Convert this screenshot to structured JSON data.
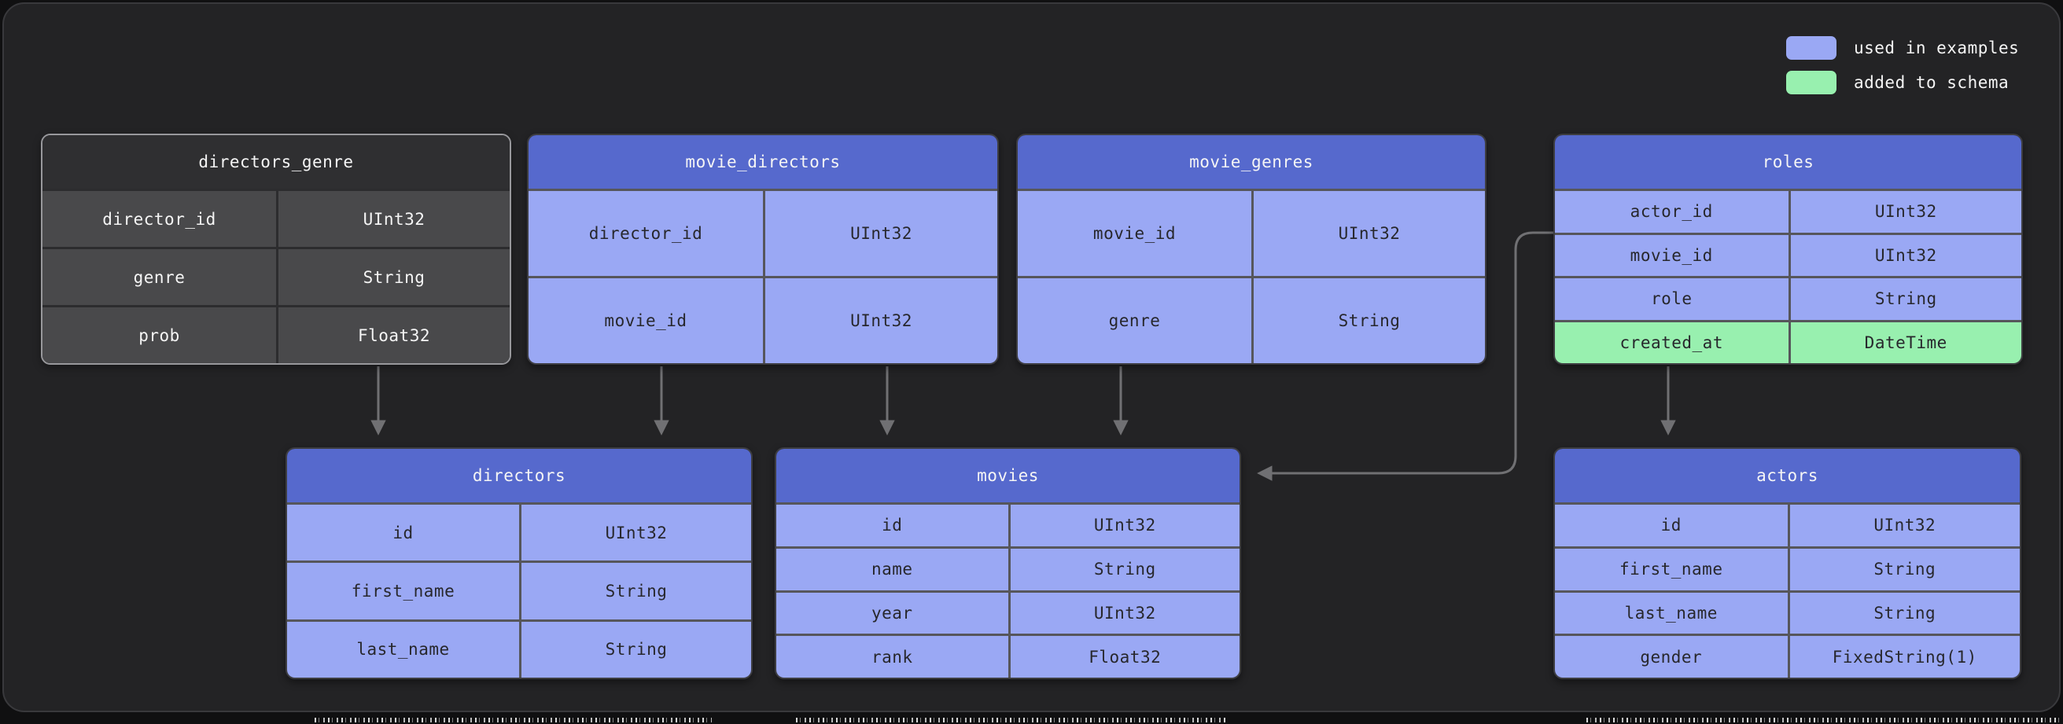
{
  "legend": {
    "items": [
      {
        "label": "used in examples",
        "color": "#9aa8f4"
      },
      {
        "label": "added to schema",
        "color": "#98f0af"
      }
    ]
  },
  "tables": {
    "directors_genre": {
      "title": "directors_genre",
      "variant": "plain",
      "rows": [
        {
          "field": "director_id",
          "type": "UInt32"
        },
        {
          "field": "genre",
          "type": "String"
        },
        {
          "field": "prob",
          "type": "Float32"
        }
      ]
    },
    "movie_directors": {
      "title": "movie_directors",
      "variant": "used_in_examples",
      "rows": [
        {
          "field": "director_id",
          "type": "UInt32"
        },
        {
          "field": "movie_id",
          "type": "UInt32"
        }
      ]
    },
    "movie_genres": {
      "title": "movie_genres",
      "variant": "used_in_examples",
      "rows": [
        {
          "field": "movie_id",
          "type": "UInt32"
        },
        {
          "field": "genre",
          "type": "String"
        }
      ]
    },
    "roles": {
      "title": "roles",
      "variant": "used_in_examples",
      "rows": [
        {
          "field": "actor_id",
          "type": "UInt32"
        },
        {
          "field": "movie_id",
          "type": "UInt32"
        },
        {
          "field": "role",
          "type": "String"
        },
        {
          "field": "created_at",
          "type": "DateTime",
          "highlight": "added_to_schema"
        }
      ]
    },
    "directors": {
      "title": "directors",
      "variant": "used_in_examples",
      "rows": [
        {
          "field": "id",
          "type": "UInt32"
        },
        {
          "field": "first_name",
          "type": "String"
        },
        {
          "field": "last_name",
          "type": "String"
        }
      ]
    },
    "movies": {
      "title": "movies",
      "variant": "used_in_examples",
      "rows": [
        {
          "field": "id",
          "type": "UInt32"
        },
        {
          "field": "name",
          "type": "String"
        },
        {
          "field": "year",
          "type": "UInt32"
        },
        {
          "field": "rank",
          "type": "Float32"
        }
      ]
    },
    "actors": {
      "title": "actors",
      "variant": "used_in_examples",
      "rows": [
        {
          "field": "id",
          "type": "UInt32"
        },
        {
          "field": "first_name",
          "type": "String"
        },
        {
          "field": "last_name",
          "type": "String"
        },
        {
          "field": "gender",
          "type": "FixedString(1)"
        }
      ]
    }
  },
  "relationships": [
    {
      "from": "directors_genre",
      "to": "directors"
    },
    {
      "from": "movie_directors",
      "to": "directors"
    },
    {
      "from": "movie_directors",
      "to": "movies"
    },
    {
      "from": "movie_genres",
      "to": "movies"
    },
    {
      "from": "roles",
      "to": "movies"
    },
    {
      "from": "roles",
      "to": "actors"
    }
  ],
  "colors": {
    "used_in_examples": "#9aa8f4",
    "added_to_schema": "#98f0af",
    "table_header_accent": "#5669cd",
    "panel_background": "#232325"
  }
}
